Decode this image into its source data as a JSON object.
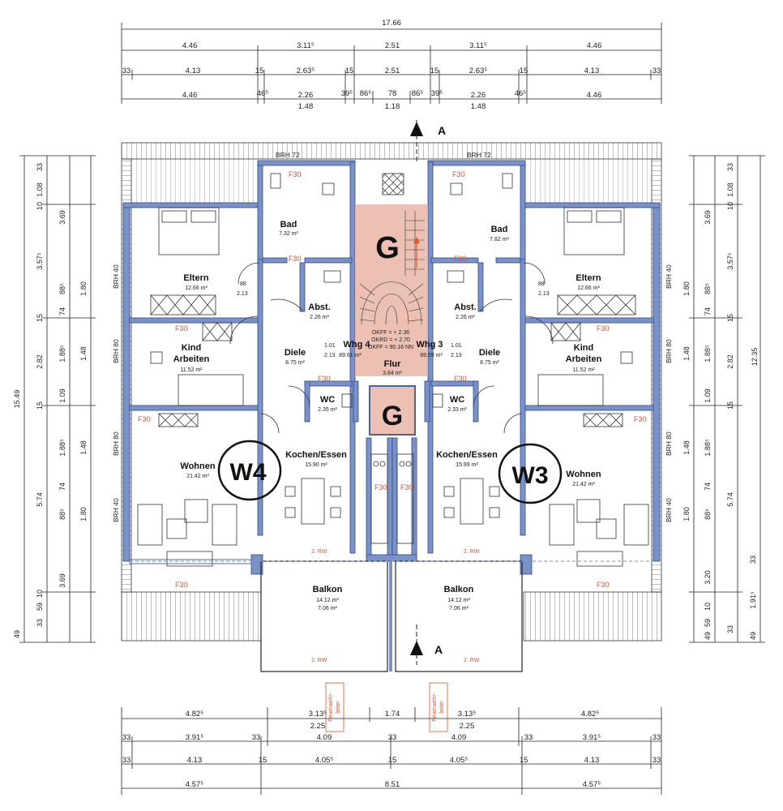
{
  "dimensions": {
    "total_width": "17.66",
    "top_row1": [
      "4.46",
      "3.11⁵",
      "2.51",
      "3.11⁵",
      "4.46"
    ],
    "top_row2": [
      "33",
      "4.13",
      "15",
      "2.63⁵",
      "15",
      "2.51",
      "15",
      "2.63⁵",
      "15",
      "4.13",
      "33"
    ],
    "top_row3": [
      "4.46",
      "46⁵",
      "2.26",
      "39⁵",
      "86⁵",
      "78",
      "86⁵",
      "39⁵",
      "2.26",
      "46⁵",
      "4.46"
    ],
    "top_row3_sub": [
      "1.48",
      "1.18",
      "1.48"
    ],
    "bottom_row1": [
      "4.82⁵",
      "3.13⁵",
      "1.74",
      "3.13⁵",
      "4.82⁵"
    ],
    "bottom_row1_sub": [
      "2.25",
      "2.25"
    ],
    "bottom_row2": [
      "33",
      "3.91⁵",
      "33",
      "4.09",
      "33",
      "4.09",
      "33",
      "3.91⁵",
      "33"
    ],
    "bottom_row3": [
      "33",
      "4.13",
      "15",
      "4.05⁵",
      "15",
      "4.05⁵",
      "15",
      "4.13",
      "33"
    ],
    "bottom_row4": [
      "4.57⁵",
      "8.51",
      "4.57⁵"
    ],
    "left_total": "15.49",
    "left_col": [
      "33",
      "1.08",
      "10",
      "3.69",
      "3.57⁵",
      "88⁵",
      "1.80",
      "15",
      "74",
      "2.82",
      "1.88⁵",
      "1.48",
      "1.09",
      "15",
      "1.88⁵",
      "1.48",
      "74",
      "5.74",
      "88⁵",
      "1.80",
      "3.69",
      "10",
      "59",
      "33",
      "49"
    ],
    "right_total": "12.35",
    "right_col": [
      "33",
      "1.08",
      "10",
      "3.69",
      "3.57⁵",
      "88⁵",
      "1.80",
      "74",
      "15",
      "2.82",
      "1.88⁵",
      "1.48",
      "1.09",
      "15",
      "1.88⁵",
      "1.48",
      "74",
      "5.74",
      "88⁵",
      "1.80",
      "3.20",
      "33",
      "10",
      "59",
      "1.91⁵",
      "33",
      "49",
      "49"
    ]
  },
  "section_marker": "A",
  "brh": {
    "top": "BRH 72",
    "left": [
      "BRH 40",
      "BRH 80",
      "BRH 80",
      "BRH 40"
    ],
    "right": [
      "BRH 40",
      "BRH 80",
      "BRH 80",
      "BRH 40"
    ]
  },
  "fire_rating": "F30",
  "rooms_left": {
    "bad": {
      "name": "Bad",
      "area": "7.32 m²"
    },
    "eltern": {
      "name": "Eltern",
      "area": "12.66 m²"
    },
    "abst": {
      "name": "Abst.",
      "area": "2.26 m²"
    },
    "kind": {
      "name": "Kind\nArbeiten",
      "line1": "Kind",
      "line2": "Arbeiten",
      "area": "11.52 m²"
    },
    "diele": {
      "name": "Diele",
      "area": "8.75 m²"
    },
    "wc": {
      "name": "WC",
      "area": "2.35 m²"
    },
    "kochen": {
      "name": "Kochen/Essen",
      "area": "15.90 m²"
    },
    "wohnen": {
      "name": "Wohnen",
      "area": "21.42 m²"
    },
    "balkon": {
      "name": "Balkon",
      "area1": "14.12 m²",
      "area2": "7.06 m²"
    },
    "whg": {
      "name": "Whg 4",
      "area": "89.61 m²"
    }
  },
  "rooms_right": {
    "bad": {
      "name": "Bad",
      "area": "7.82 m²"
    },
    "eltern": {
      "name": "Eltern",
      "area": "12.66 m²"
    },
    "abst": {
      "name": "Abst.",
      "area": "2.26 m²"
    },
    "kind": {
      "line1": "Kind",
      "line2": "Arbeiten",
      "area": "11.52 m²"
    },
    "diele": {
      "name": "Diele",
      "area": "8.75 m²"
    },
    "wc": {
      "name": "WC",
      "area": "2.33 m²"
    },
    "kochen": {
      "name": "Kochen/Essen",
      "area": "15.99 m²"
    },
    "wohnen": {
      "name": "Wohnen",
      "area": "21.42 m²"
    },
    "balkon": {
      "name": "Balkon",
      "area1": "14.12 m²",
      "area2": "7.06 m²"
    },
    "whg": {
      "name": "Whg 3",
      "area": "89.59 m²"
    }
  },
  "flur": {
    "name": "Flur",
    "area": "3.84 m²"
  },
  "stair_levels": [
    "OKFF = + 2.36",
    "OKRD = + 2.70",
    "OKFF = 90.16 NN"
  ],
  "opening_dims": {
    "d101": "1.01",
    "d213": "2.13",
    "d88": "88"
  },
  "rw_label": "2. RW",
  "feuerwehr": "Feuerwehr-\nleiter",
  "feuerwehr_lines": [
    "Feuerwehr-",
    "leiter"
  ],
  "handwritten": {
    "g_top": "G",
    "g_mid": "G",
    "w4": "W4",
    "w3": "W3"
  },
  "colors": {
    "wall": "#7a92c8",
    "wallDark": "#2f4a8a",
    "stair": "#e9b6a6",
    "red": "#e2542c"
  }
}
